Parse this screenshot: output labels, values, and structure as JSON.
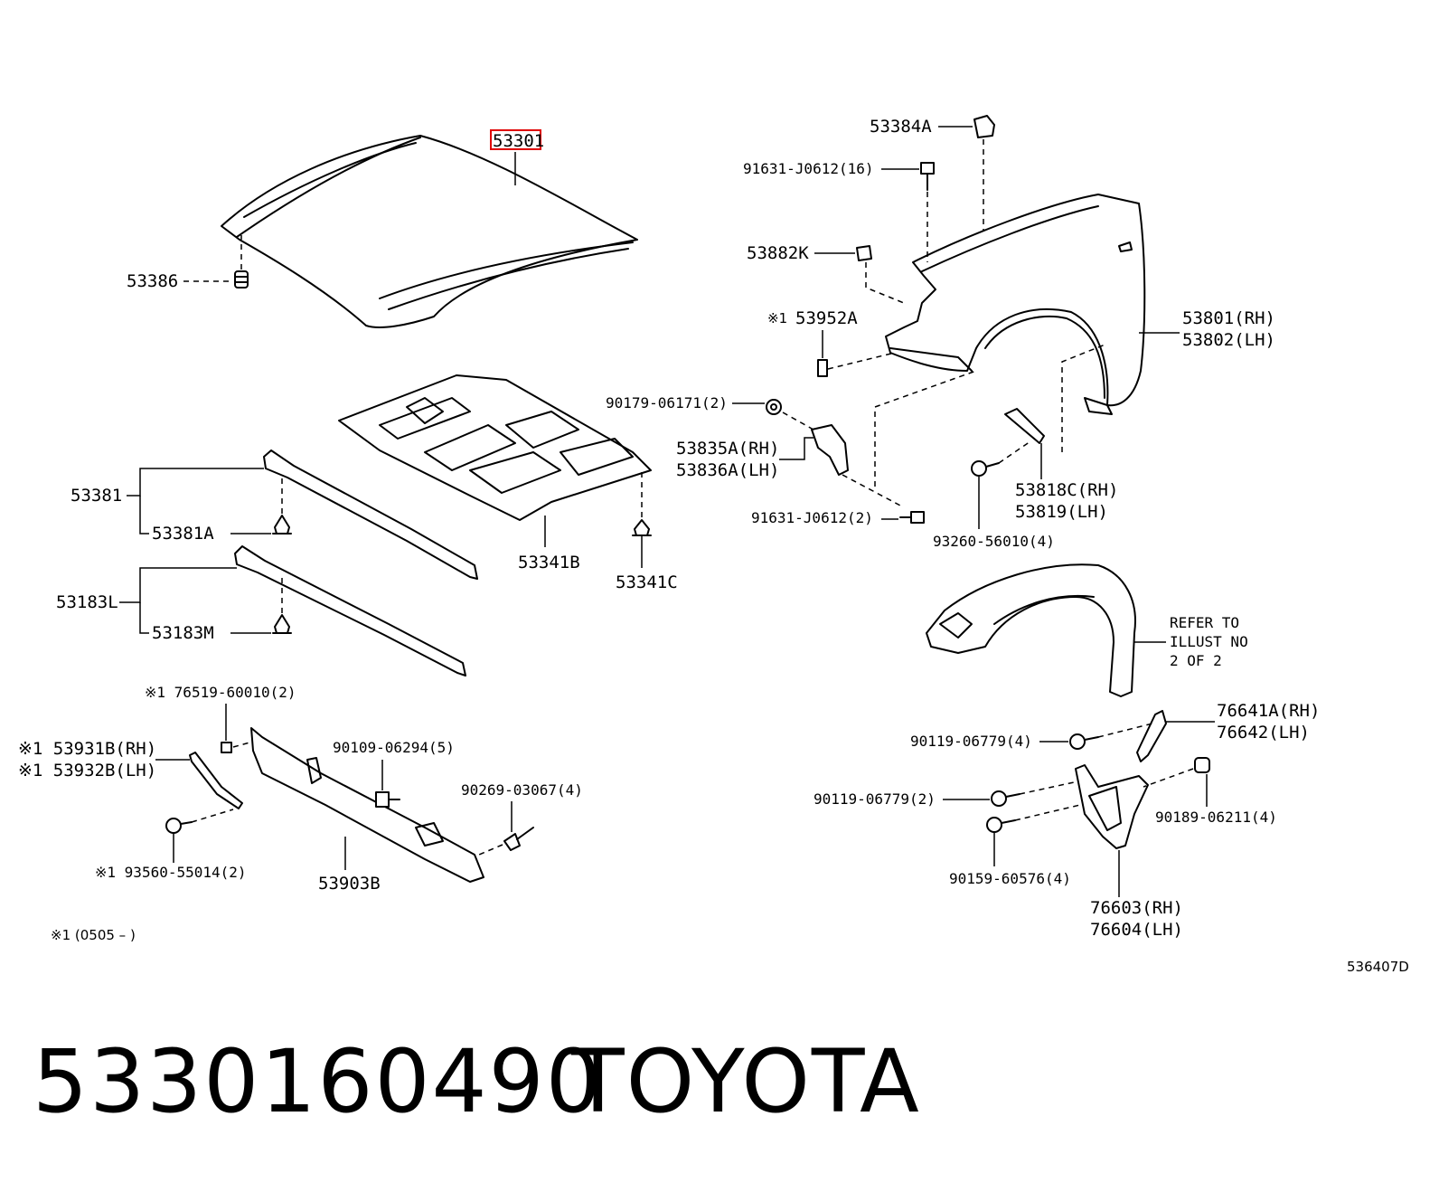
{
  "parts": {
    "p53301": "53301",
    "p53386": "53386",
    "p53384A": "53384A",
    "p91631_16": "91631-J0612(16)",
    "p53882K": "53882K",
    "p53952A_mark": "※1",
    "p53952A": "53952A",
    "p53801": "53801(RH)",
    "p53802": "53802(LH)",
    "p90179": "90179-06171(2)",
    "p53835A": "53835A(RH)",
    "p53836A": "53836A(LH)",
    "p53381": "53381",
    "p53381A": "53381A",
    "p53818C": "53818C(RH)",
    "p53819": "53819(LH)",
    "p91631_2": "91631-J0612(2)",
    "p93260": "93260-56010(4)",
    "p53341B": "53341B",
    "p53341C": "53341C",
    "p53183L": "53183L",
    "p53183M": "53183M",
    "refer1": "REFER TO",
    "refer2": "ILLUST NO",
    "refer3": "2 OF 2",
    "p76519": "※1 76519-60010(2)",
    "p53931B": "※1 53931B(RH)",
    "p53932B": "※1 53932B(LH)",
    "p90109": "90109-06294(5)",
    "p90269": "90269-03067(4)",
    "p93560": "※1 93560-55014(2)",
    "p53903B": "53903B",
    "p76641A": "76641A(RH)",
    "p76642": "76642(LH)",
    "p90119_4": "90119-06779(4)",
    "p90119_2": "90119-06779(2)",
    "p90189": "90189-06211(4)",
    "p90159": "90159-60576(4)",
    "p76603": "76603(RH)",
    "p76604": "76604(LH)"
  },
  "footnote": "※1 (0505 –      )",
  "ref_code": "536407D",
  "footer": {
    "part_number": "5330160490",
    "brand": "TOYOTA"
  },
  "colors": {
    "highlight": "#e00000",
    "ink": "#000000"
  }
}
